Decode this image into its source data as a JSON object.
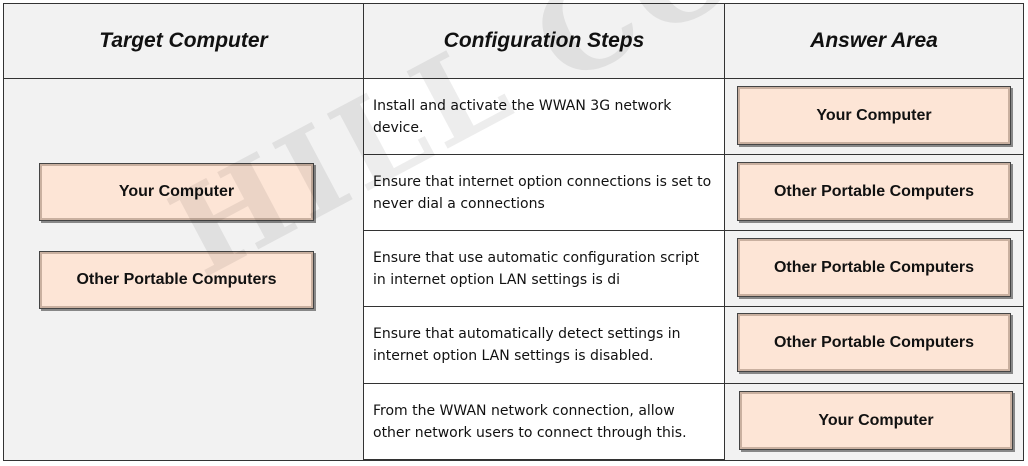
{
  "headers": {
    "target": "Target Computer",
    "steps": "Configuration Steps",
    "answer": "Answer Area"
  },
  "targets": [
    "Your Computer",
    "Other Portable Computers"
  ],
  "steps": [
    "Install and activate the WWAN 3G network device.",
    "Ensure that internet option connections is set to never dial a connections",
    "Ensure that use automatic configuration script in internet option LAN settings is di",
    "Ensure that automatically detect settings in internet option LAN settings is disabled.",
    "From the WWAN network connection, allow other network users to connect through this."
  ],
  "answers": [
    "Your Computer",
    "Other Portable Computers",
    "Other Portable Computers",
    "Other Portable Computers",
    "Your Computer"
  ],
  "watermark": "HILL COUNTY"
}
